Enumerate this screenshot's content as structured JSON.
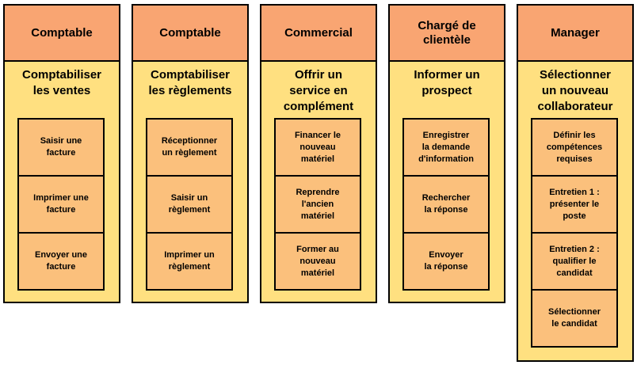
{
  "columns": [
    {
      "role": "Comptable",
      "process": "Comptabiliser\nles ventes",
      "steps": [
        "Saisir une\nfacture",
        "Imprimer une\nfacture",
        "Envoyer une\nfacture"
      ]
    },
    {
      "role": "Comptable",
      "process": "Comptabiliser\nles règlements",
      "steps": [
        "Réceptionner\nun règlement",
        "Saisir un\nrèglement",
        "Imprimer un\nrèglement"
      ]
    },
    {
      "role": "Commercial",
      "process": "Offrir un\nservice en\ncomplément",
      "steps": [
        "Financer le\nnouveau\nmatériel",
        "Reprendre\nl'ancien\nmatériel",
        "Former au\nnouveau\nmatériel"
      ]
    },
    {
      "role": "Chargé de\nclientèle",
      "process": "Informer un\nprospect",
      "steps": [
        "Enregistrer\nla demande\nd'information",
        "Rechercher\nla réponse",
        "Envoyer\nla réponse"
      ]
    },
    {
      "role": "Manager",
      "process": "Sélectionner\nun nouveau\ncollaborateur",
      "steps": [
        "Définir les\ncompétences\nrequises",
        "Entretien 1 :\nprésenter le\nposte",
        "Entretien 2 :\nqualifier le\ncandidat",
        "Sélectionner\nle candidat"
      ]
    }
  ]
}
